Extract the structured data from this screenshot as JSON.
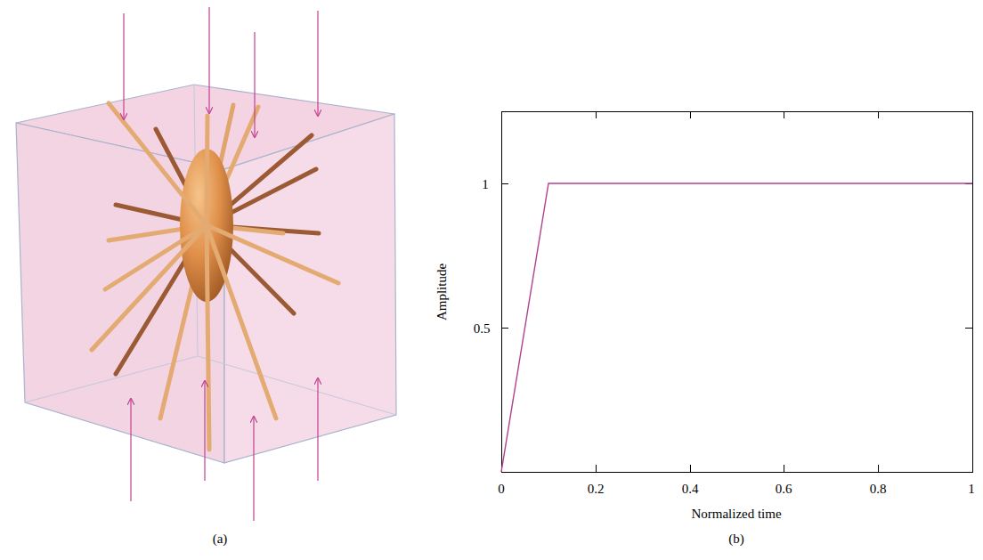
{
  "diagram": {
    "labels": [
      "1",
      "0.5",
      "Amplitude",
      "0",
      "0.2",
      "0.4",
      "0.6",
      "0.8",
      "1",
      "Normalized time",
      "(a)",
      "(b)"
    ]
  }
}
